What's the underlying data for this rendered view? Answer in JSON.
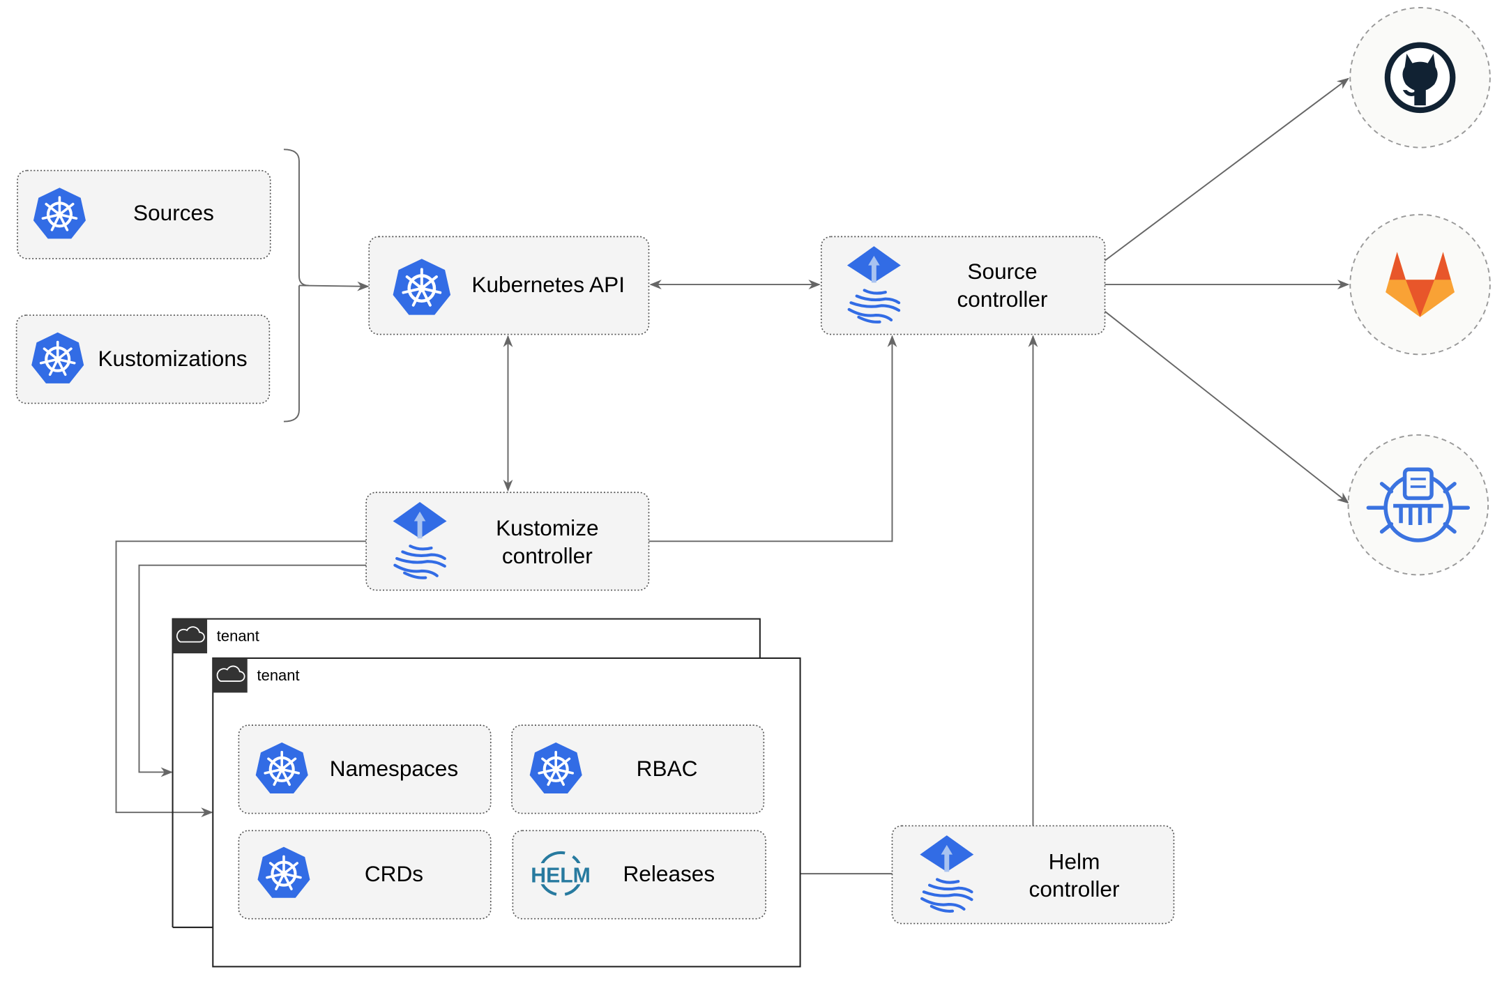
{
  "nodes": {
    "sources": "Sources",
    "kustomizations": "Kustomizations",
    "kubernetes_api": "Kubernetes API",
    "source_controller": [
      "Source",
      "controller"
    ],
    "kustomize_controller": [
      "Kustomize",
      "controller"
    ],
    "helm_controller": [
      "Helm",
      "controller"
    ],
    "namespaces": "Namespaces",
    "rbac": "RBAC",
    "crds": "CRDs",
    "releases": "Releases"
  },
  "tenants": [
    "tenant",
    "tenant"
  ],
  "helm_logo_text": "HELM",
  "external_sources": [
    "github-icon",
    "gitlab-icon",
    "bucket-icon"
  ],
  "colors": {
    "k8s_blue": "#326ce5",
    "edge": "#666666",
    "box_fill": "#f4f4f4",
    "github": "#112233",
    "gitlab_orange": "#e8562a",
    "gitlab_light": "#f9a235",
    "helm": "#277a9f"
  }
}
